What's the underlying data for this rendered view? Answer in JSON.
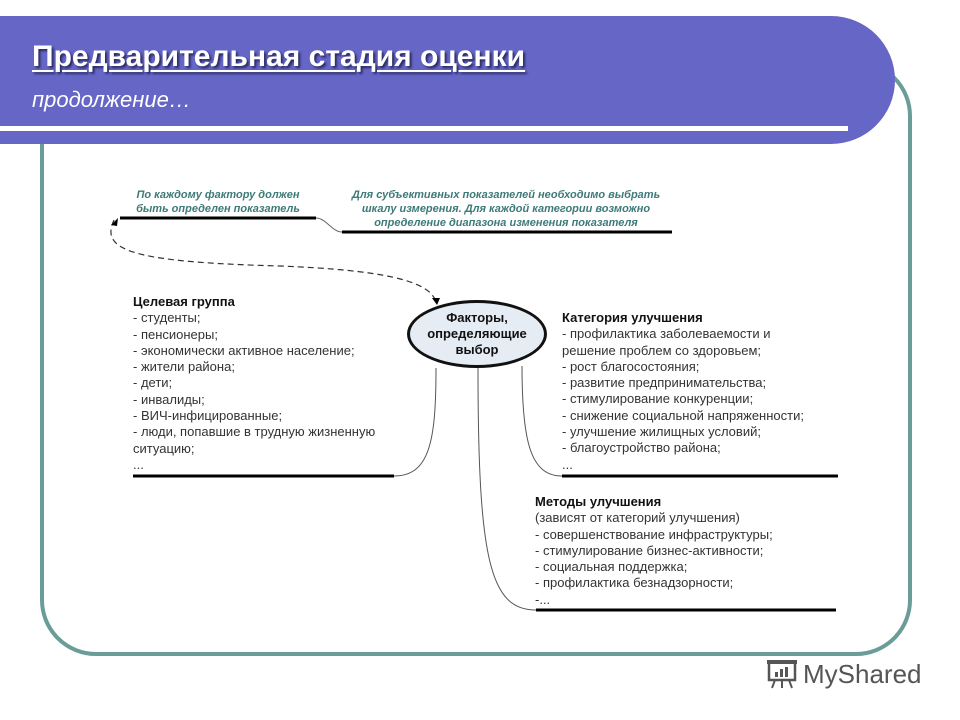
{
  "slide": {
    "title": "Предварительная стадия оценки",
    "subtitle": "продолжение…",
    "colors": {
      "banner": "#6566c6",
      "frame": "#6a9c98",
      "note_text": "#3d7a78",
      "ellipse_fill": "#e6ecf4"
    }
  },
  "diagram": {
    "center": {
      "lines": [
        "Факторы,",
        "определяющие",
        "выбор"
      ]
    },
    "notes": [
      {
        "lines": [
          "По каждому фактору должен",
          "быть определен показатель"
        ]
      },
      {
        "lines": [
          "Для субъективных показателей необходимо выбрать",
          "шкалу измерения. Для каждой категории возможно",
          "определение диапазона изменения показателя"
        ]
      }
    ],
    "target_group": {
      "header": "Целевая группа",
      "items": [
        "- студенты;",
        "- пенсионеры;",
        "- экономически активное население;",
        "- жители района;",
        "- дети;",
        "- инвалиды;",
        "- ВИЧ-инфицированные;",
        "- люди, попавшие в трудную жизненную",
        "ситуацию;",
        "..."
      ]
    },
    "improvement_category": {
      "header": "Категория улучшения",
      "items": [
        "- профилактика заболеваемости и",
        "решение проблем со здоровьем;",
        "- рост благосостояния;",
        "- развитие предпринимательства;",
        "- стимулирование конкуренции;",
        "- снижение социальной напряженности;",
        "- улучшение жилищных условий;",
        "- благоустройство района;",
        "..."
      ]
    },
    "improvement_methods": {
      "header": "Методы улучшения",
      "items": [
        "(зависят от категорий улучшения)",
        "- совершенствование инфраструктуры;",
        "- стимулирование бизнес-активности;",
        "- социальная поддержка;",
        "- профилактика безнадзорности;",
        "-..."
      ]
    }
  },
  "watermark": {
    "text": "MyShared",
    "icon": "presentation-board-icon"
  }
}
